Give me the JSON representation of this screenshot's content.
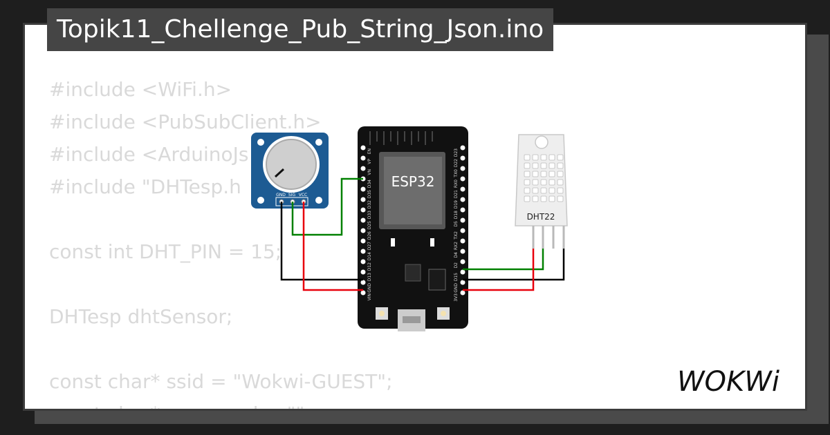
{
  "title": "Topik11_Chellenge_Pub_String_Json.ino",
  "code_lines": [
    "#include <WiFi.h>",
    "#include <PubSubClient.h>",
    "#include <ArduinoJs",
    "#include \"DHTesp.h",
    "",
    "const int DHT_PIN = 15;",
    "",
    "DHTesp dhtSensor;",
    "",
    "const char* ssid = \"Wokwi-GUEST\";",
    "const char* password = \"\";"
  ],
  "components": {
    "board_label": "ESP32",
    "sensor_label": "DHT22",
    "pot_pins": [
      "GND",
      "SIG",
      "VCC"
    ],
    "left_pins": [
      "EN",
      "VP",
      "VN",
      "D34",
      "D35",
      "D32",
      "D33",
      "D25",
      "D26",
      "D27",
      "D14",
      "D12",
      "D13",
      "GND",
      "VIN"
    ],
    "right_pins": [
      "D23",
      "D22",
      "TX0",
      "RX0",
      "D21",
      "D19",
      "D18",
      "D5",
      "TX2",
      "RX2",
      "D4",
      "D2",
      "D15",
      "GND",
      "3V3"
    ]
  },
  "wire_colors": {
    "gnd": "#000000",
    "vcc": "#e8000b",
    "signal": "#008000"
  },
  "brand": {
    "logo_text": "WOKWi"
  }
}
